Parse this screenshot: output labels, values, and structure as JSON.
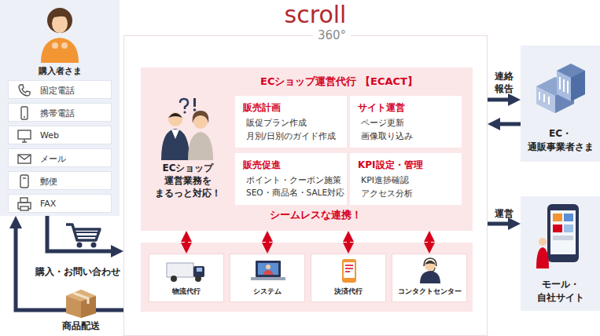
{
  "diagram": {
    "nodes": [
      {
        "text": [
          "購入者さま"
        ]
      },
      {
        "text": [
          "固定電話"
        ],
        "in": 0
      },
      {
        "text": [
          "携帯電話"
        ],
        "in": 0
      },
      {
        "text": [
          "Web"
        ],
        "in": 0
      },
      {
        "text": [
          "メール"
        ],
        "in": 0
      },
      {
        "text": [
          "郵便"
        ],
        "in": 0
      },
      {
        "text": [
          "FAX"
        ],
        "in": 0
      },
      {
        "text": [
          "scroll",
          "360°"
        ]
      },
      {
        "text": [
          "ECショップ運営代行 【ECACT】"
        ],
        "in": 7
      },
      {
        "text": [
          "販売計画",
          "販促プラン作成",
          "月別/日別のガイド作成"
        ],
        "in": 8
      },
      {
        "text": [
          "サイト運営",
          "ページ更新",
          "画像取り込み"
        ],
        "in": 8
      },
      {
        "text": [
          "販売促進",
          "ポイント・クーポン施策",
          "SEO・商品名・SALE対応"
        ],
        "in": 8
      },
      {
        "text": [
          "KPI設定・管理",
          "KPI進捗確認",
          "アクセス分析"
        ],
        "in": 8
      },
      {
        "text": [
          "物流代行"
        ],
        "in": 7
      },
      {
        "text": [
          "システム"
        ],
        "in": 7
      },
      {
        "text": [
          "決済代行"
        ],
        "in": 7
      },
      {
        "text": [
          "コンタクトセンター"
        ],
        "in": 7
      },
      {
        "text": [
          "EC・ 通販事業者さま"
        ]
      },
      {
        "text": [
          "モール・ 自社サイト"
        ]
      }
    ],
    "edges": [
      {
        "from": 0,
        "to": 7,
        "arrow": "to",
        "label": "購入・お問い合わせ"
      },
      {
        "from": 7,
        "to": 0,
        "arrow": "to",
        "label": "商品配送"
      },
      {
        "from": 7,
        "to": 17,
        "arrow": "to",
        "label": "連絡 報告"
      },
      {
        "from": 17,
        "to": 7,
        "arrow": "to"
      },
      {
        "from": 7,
        "to": 18,
        "arrow": "to",
        "label": "運営"
      },
      {
        "from": 8,
        "to": 13,
        "arrow": "both"
      },
      {
        "from": 8,
        "to": 14,
        "arrow": "both"
      },
      {
        "from": 8,
        "to": 15,
        "arrow": "both"
      },
      {
        "from": 8,
        "to": 16,
        "arrow": "both"
      }
    ],
    "labels": [
      "ECショップ 運営業務を まるっと対応！",
      "シームレスな連携！"
    ]
  }
}
